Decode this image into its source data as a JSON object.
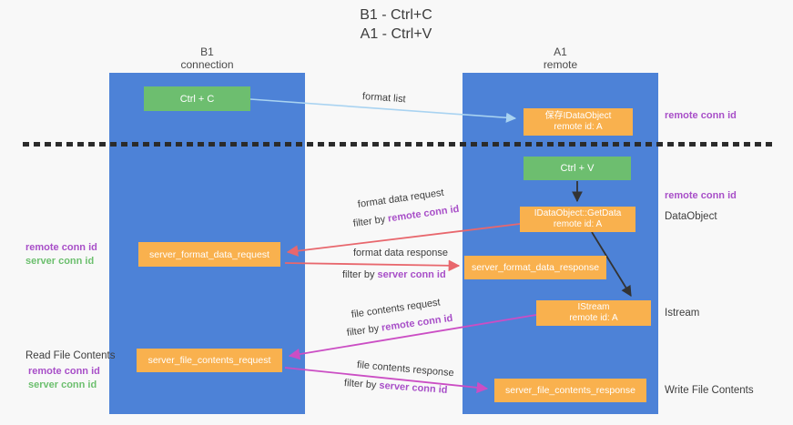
{
  "title": {
    "line1": "B1 - Ctrl+C",
    "line2": "A1 - Ctrl+V"
  },
  "lanes": {
    "left": {
      "title": "B1",
      "subtitle": "connection"
    },
    "right": {
      "title": "A1",
      "subtitle": "remote"
    }
  },
  "boxes": {
    "ctrl_c": "Ctrl + C",
    "ctrl_v": "Ctrl + V",
    "save_dataobject": {
      "line1": "保存IDataObject",
      "line2": "remote id: A"
    },
    "getdata": {
      "line1": "IDataObject::GetData",
      "line2": "remote id: A"
    },
    "istream": {
      "line1": "IStream",
      "line2": "remote id: A"
    },
    "server_format_data_request": "server_format_data_request",
    "server_format_data_response": "server_format_data_response",
    "server_file_contents_request": "server_file_contents_request",
    "server_file_contents_response": "server_file_contents_response"
  },
  "left_labels": {
    "remote_conn_id_1": "remote conn id",
    "server_conn_id_1": "server conn id",
    "read_file_contents": "Read File Contents",
    "remote_conn_id_2": "remote conn id",
    "server_conn_id_2": "server conn id"
  },
  "right_labels": {
    "remote_conn_id_1": "remote conn id",
    "remote_conn_id_2": "remote conn id",
    "dataobject": "DataObject",
    "istream": "Istream",
    "write_file_contents": "Write File Contents"
  },
  "arrow_labels": {
    "format_list": "format list",
    "format_data_request": "format data request",
    "format_data_response": "format data response",
    "file_contents_request": "file contents request",
    "file_contents_response": "file contents response",
    "filter_by": "filter by ",
    "remote_conn_id": "remote conn id",
    "server_conn_id": "server conn id"
  },
  "colors": {
    "lane_blue": "#4d82d7",
    "box_green": "#6dbe6f",
    "box_orange": "#f9b14e",
    "arrow_red": "#e8676d",
    "arrow_magenta": "#cb4ec4",
    "arrow_lightblue": "#a9d3f1",
    "text_purple": "#a84fc8",
    "text_green": "#6cbf6e"
  }
}
